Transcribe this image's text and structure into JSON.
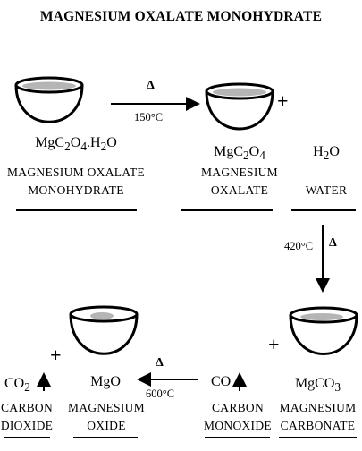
{
  "title": "MAGNESIUM OXALATE MONOHYDRATE",
  "compounds": {
    "mgc2o4_h2o": {
      "formula_html": "MgC<sub>2</sub>O<sub>4</sub>.H<sub>2</sub>O",
      "name_line1": "MAGNESIUM OXALATE",
      "name_line2": "MONOHYDRATE"
    },
    "mgc2o4": {
      "formula_html": "MgC<sub>2</sub>O<sub>4</sub>",
      "name_line1": "MAGNESIUM",
      "name_line2": "OXALATE"
    },
    "h2o": {
      "formula_html": "H<sub>2</sub>O",
      "name_line1": "WATER"
    },
    "mgco3": {
      "formula_html": "MgCO<sub>3</sub>",
      "name_line1": "MAGNESIUM",
      "name_line2": "CARBONATE"
    },
    "co": {
      "formula_html": "CO",
      "name_line1": "CARBON",
      "name_line2": "MONOXIDE"
    },
    "mgo": {
      "formula_html": "MgO",
      "name_line1": "MAGNESIUM",
      "name_line2": "OXIDE"
    },
    "co2": {
      "formula_html": "CO<sub>2</sub>",
      "name_line1": "CARBON",
      "name_line2": "DIOXIDE"
    }
  },
  "reactions": {
    "step1": {
      "delta": "Δ",
      "temperature": "150°C"
    },
    "step2": {
      "delta": "Δ",
      "temperature": "420°C"
    },
    "step3": {
      "delta": "Δ",
      "temperature": "600°C"
    }
  },
  "plus_sign": "+",
  "colors": {
    "ink": "#000000",
    "residue": "#b5b5b5"
  }
}
